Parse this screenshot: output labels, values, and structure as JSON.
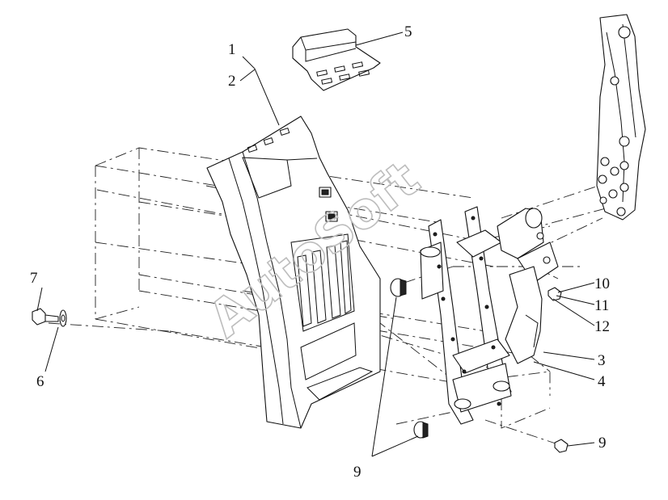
{
  "watermark": "AutoSoft",
  "callouts": [
    {
      "id": "c1",
      "text": "1"
    },
    {
      "id": "c2",
      "text": "2"
    },
    {
      "id": "c3",
      "text": "3"
    },
    {
      "id": "c4",
      "text": "4"
    },
    {
      "id": "c5",
      "text": "5"
    },
    {
      "id": "c6",
      "text": "6"
    },
    {
      "id": "c7",
      "text": "7"
    },
    {
      "id": "c9a",
      "text": "9"
    },
    {
      "id": "c9b",
      "text": "9"
    },
    {
      "id": "c10",
      "text": "10"
    },
    {
      "id": "c11",
      "text": "11"
    },
    {
      "id": "c12",
      "text": "12"
    }
  ]
}
